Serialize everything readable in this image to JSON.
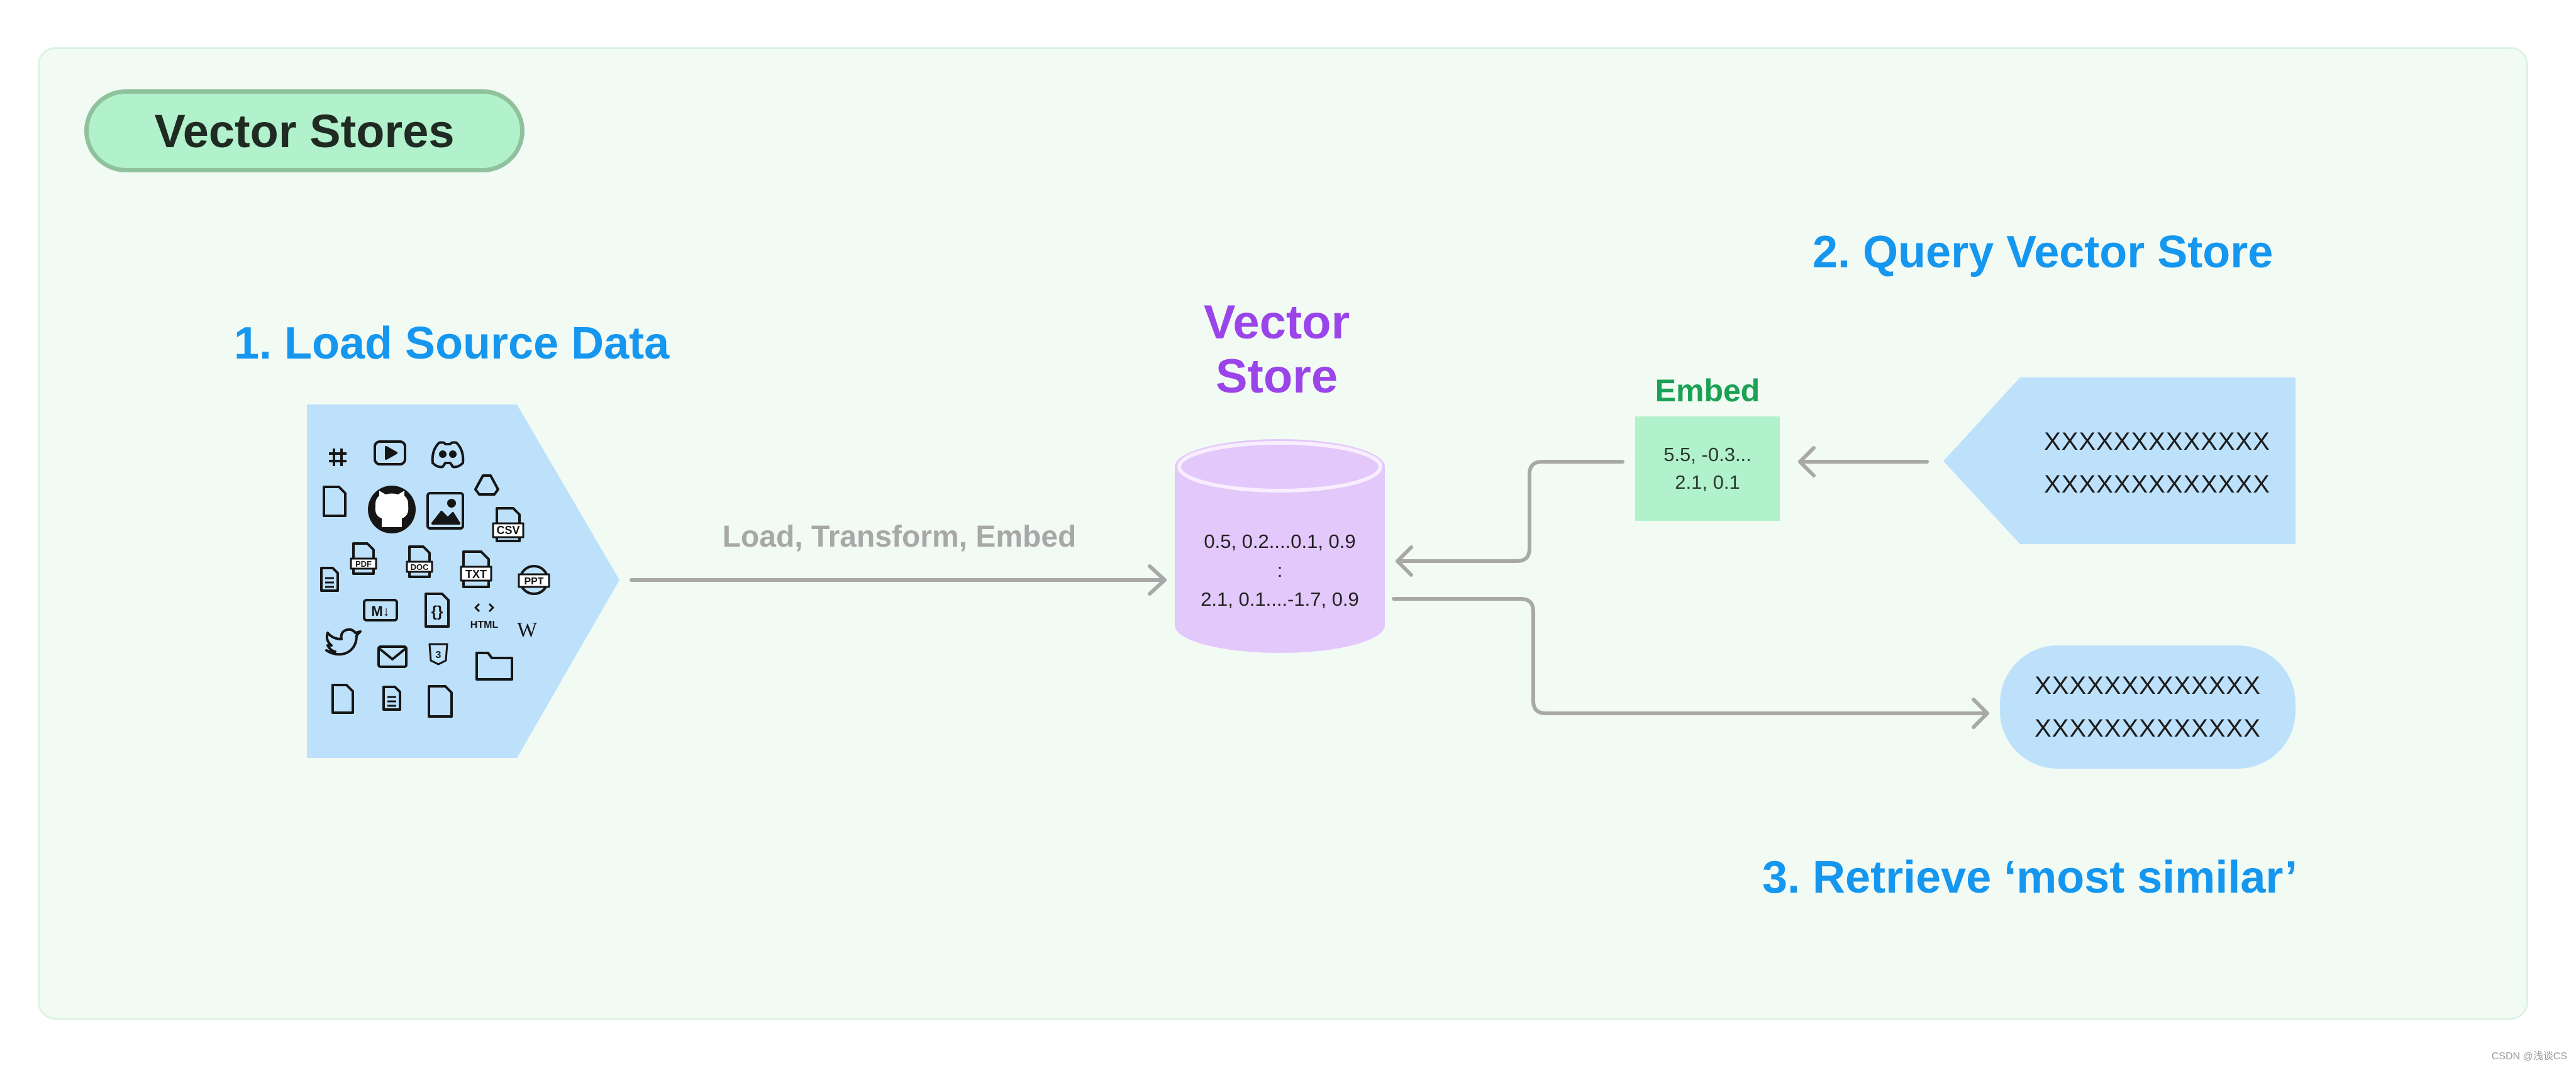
{
  "title": "Vector Stores",
  "steps": {
    "load": "1. Load Source Data",
    "query": "2. Query Vector Store",
    "retrieve": "3. Retrieve ‘most similar’"
  },
  "vector_store": {
    "label_line1": "Vector",
    "label_line2": "Store",
    "row1": "0.5, 0.2....0.1, 0.9",
    "row_sep": ":",
    "row2": "2.1, 0.1....-1.7, 0.9"
  },
  "edge_label": "Load, Transform, Embed",
  "embed": {
    "label": "Embed",
    "line1": "5.5, -0.3...",
    "line2": "2.1, 0.1"
  },
  "query": {
    "line1": "XXXXXXXXXXXXX",
    "line2": "XXXXXXXXXXXXX"
  },
  "result": {
    "line1": "XXXXXXXXXXXXX",
    "line2": "XXXXXXXXXXXXX"
  },
  "source_icons": [
    "slack-icon",
    "youtube-icon",
    "discord-icon",
    "file-icon",
    "github-icon",
    "image-icon",
    "google-drive-icon",
    "csv-icon",
    "pdf-icon",
    "doc-icon",
    "txt-icon",
    "ppt-icon",
    "text-file-icon",
    "markdown-icon",
    "json-icon",
    "html-icon",
    "wikipedia-icon",
    "twitter-icon",
    "email-icon",
    "css-icon",
    "folder-icon"
  ],
  "icon_labels": {
    "csv": "CSV",
    "pdf": "PDF",
    "doc": "DOC",
    "txt": "TXT",
    "ppt": "PPT",
    "md": "M↓",
    "html": "HTML",
    "wiki": "W",
    "json": "{}"
  },
  "colors": {
    "panel": "#f1faf3",
    "title_fill": "#b1f1cb",
    "step_blue": "#1596ef",
    "vector_purple": "#9a44ea",
    "cylinder_fill": "#e3c8fb",
    "source_blue": "#bde1fb",
    "arrow_gray": "#a8a8a8",
    "embed_green": "#1ba154"
  },
  "watermark": "CSDN @浅谈CS"
}
